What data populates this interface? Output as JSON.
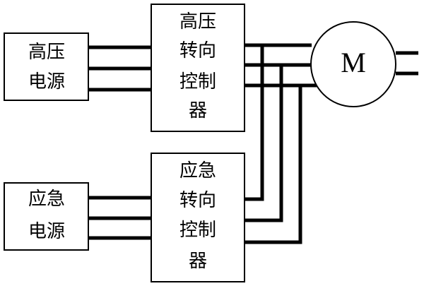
{
  "blocks": {
    "hv_source": {
      "line1": "高压",
      "line2": "电源"
    },
    "hv_controller": {
      "line1": "高压",
      "line2": "转向",
      "line3": "控制",
      "line4": "器"
    },
    "em_source": {
      "line1": "应急",
      "line2": "电源"
    },
    "em_controller": {
      "line1": "应急",
      "line2": "转向",
      "line3": "控制",
      "line4": "器"
    },
    "motor": {
      "label": "M"
    }
  }
}
